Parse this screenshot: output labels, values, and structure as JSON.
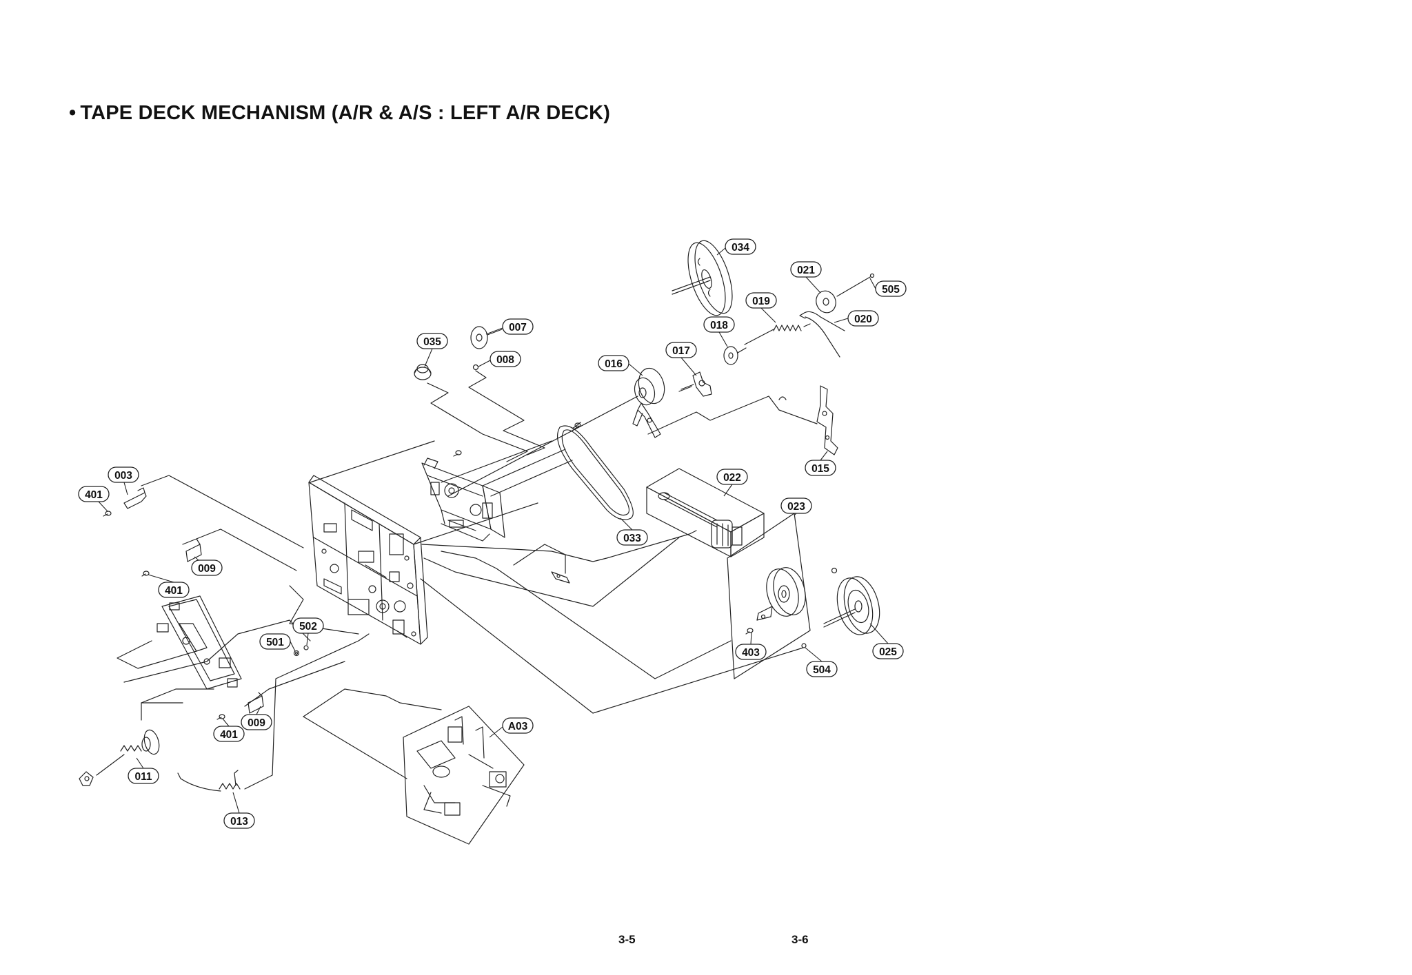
{
  "title": "TAPE DECK MECHANISM (A/R & A/S : LEFT A/R DECK)",
  "title_bullet": "•",
  "parts": [
    {
      "id": "lbl-034",
      "text": "034"
    },
    {
      "id": "lbl-021",
      "text": "021"
    },
    {
      "id": "lbl-505",
      "text": "505"
    },
    {
      "id": "lbl-019",
      "text": "019"
    },
    {
      "id": "lbl-020",
      "text": "020"
    },
    {
      "id": "lbl-018",
      "text": "018"
    },
    {
      "id": "lbl-007",
      "text": "007"
    },
    {
      "id": "lbl-035",
      "text": "035"
    },
    {
      "id": "lbl-008",
      "text": "008"
    },
    {
      "id": "lbl-017",
      "text": "017"
    },
    {
      "id": "lbl-016",
      "text": "016"
    },
    {
      "id": "lbl-015",
      "text": "015"
    },
    {
      "id": "lbl-022",
      "text": "022"
    },
    {
      "id": "lbl-023",
      "text": "023"
    },
    {
      "id": "lbl-003",
      "text": "003"
    },
    {
      "id": "lbl-401a",
      "text": "401"
    },
    {
      "id": "lbl-033",
      "text": "033"
    },
    {
      "id": "lbl-009a",
      "text": "009"
    },
    {
      "id": "lbl-401b",
      "text": "401"
    },
    {
      "id": "lbl-502",
      "text": "502"
    },
    {
      "id": "lbl-501",
      "text": "501"
    },
    {
      "id": "lbl-403",
      "text": "403"
    },
    {
      "id": "lbl-025",
      "text": "025"
    },
    {
      "id": "lbl-504",
      "text": "504"
    },
    {
      "id": "lbl-A03",
      "text": "A03"
    },
    {
      "id": "lbl-009b",
      "text": "009"
    },
    {
      "id": "lbl-401c",
      "text": "401"
    },
    {
      "id": "lbl-011",
      "text": "011"
    },
    {
      "id": "lbl-013",
      "text": "013"
    }
  ],
  "page_numbers": {
    "left": "3-5",
    "right": "3-6"
  }
}
